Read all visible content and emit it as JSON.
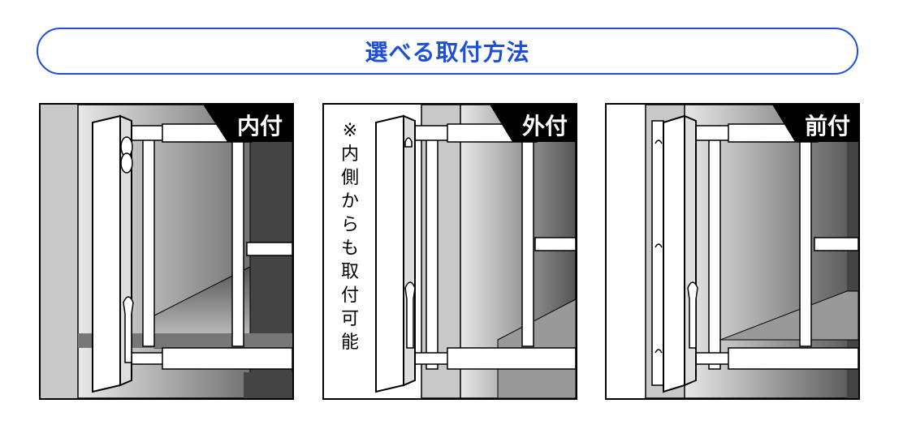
{
  "title": "選べる取付方法",
  "panels": [
    {
      "label": "内付"
    },
    {
      "label": "外付",
      "note": [
        "※",
        "内",
        "側",
        "か",
        "ら",
        "も",
        "取",
        "付",
        "可",
        "能"
      ]
    },
    {
      "label": "前付"
    }
  ]
}
